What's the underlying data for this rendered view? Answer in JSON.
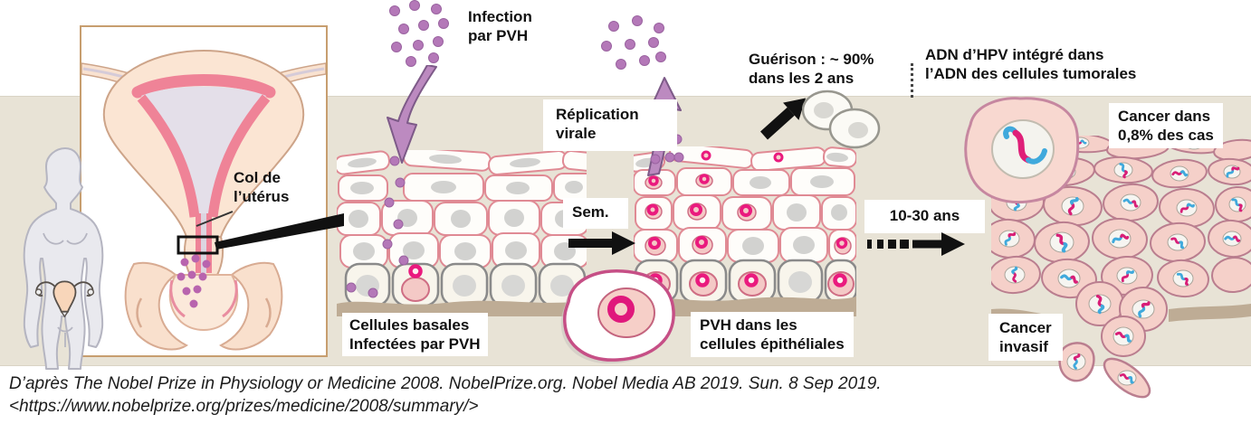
{
  "figure": {
    "labels": {
      "infection": [
        "Infection",
        "par PVH"
      ],
      "col_uterus": [
        "Col de",
        "l’utérus"
      ],
      "basal": [
        "Cellules basales",
        "Infectées par PVH"
      ],
      "replication": [
        "Réplication",
        "virale"
      ],
      "sem": "Sem.",
      "pvh_epithelial": [
        "PVH dans les",
        "cellules épithéliales"
      ],
      "guerison": [
        "Guérison : ~ 90%",
        "dans les 2 ans"
      ],
      "adn": [
        "ADN d’HPV intégré dans",
        "l’ADN des cellules tumorales"
      ],
      "years": "10-30 ans",
      "cancer_cases": [
        "Cancer dans",
        "0,8% des cas"
      ],
      "cancer_invasive": [
        "Cancer",
        "invasif"
      ]
    },
    "citation": {
      "line1": "D’après The Nobel Prize in Physiology or Medicine 2008. NobelPrize.org. Nobel Media AB 2019. Sun. 8 Sep 2019.",
      "line2": "<https://www.nobelprize.org/prizes/medicine/2008/summary/>"
    },
    "colors": {
      "band_bg": "#e8e3d6",
      "viral_particle_purple": "#b478b8",
      "arrow_purple": "#bc8ac0",
      "magenta_ring": "#ea1a7e",
      "dna_magenta": "#d81f77",
      "dna_blue": "#3fa9dc",
      "epithelial_outline_pink": "#e08a94",
      "basal_outline_gray": "#8a8a8a",
      "tumor_cell_fill": "#f5d0c9",
      "tumor_cell_outline": "#ba7e8f",
      "basement_membrane_tan": "#beac95",
      "uterus_rose": "#ef8397",
      "text_black": "#111111"
    }
  }
}
